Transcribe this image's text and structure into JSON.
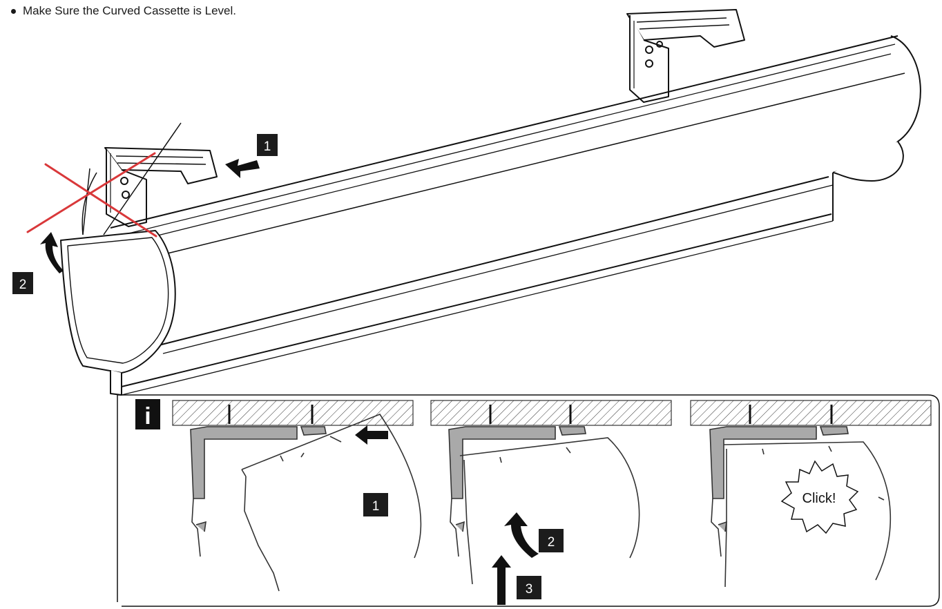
{
  "instruction": {
    "bullet_text": "Make Sure the Curved Cassette is Level."
  },
  "main_view": {
    "step_labels": [
      "1",
      "2"
    ]
  },
  "info_panel": {
    "icon_letter": "i",
    "panels": [
      {
        "step_labels": [
          "1"
        ]
      },
      {
        "step_labels": [
          "2",
          "3"
        ]
      },
      {
        "callout": "Click!"
      }
    ]
  },
  "colors": {
    "line": "#111111",
    "profile_fill": "#a9a9a9",
    "step_box": "#1c1c1c",
    "cross": "#d9383a"
  }
}
